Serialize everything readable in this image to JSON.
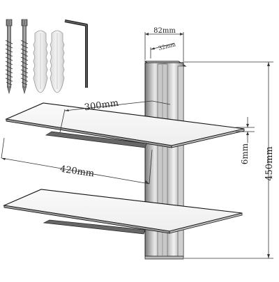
{
  "dimensions": {
    "bracket_width": "82mm",
    "bracket_depth": "32mm",
    "shelf_depth": "300mm",
    "shelf_width": "420mm",
    "glass_thickness": "6mm",
    "total_height": "450mm"
  },
  "hardware": {
    "screws": 2,
    "wall_plugs": 2,
    "hex_key": 1
  }
}
